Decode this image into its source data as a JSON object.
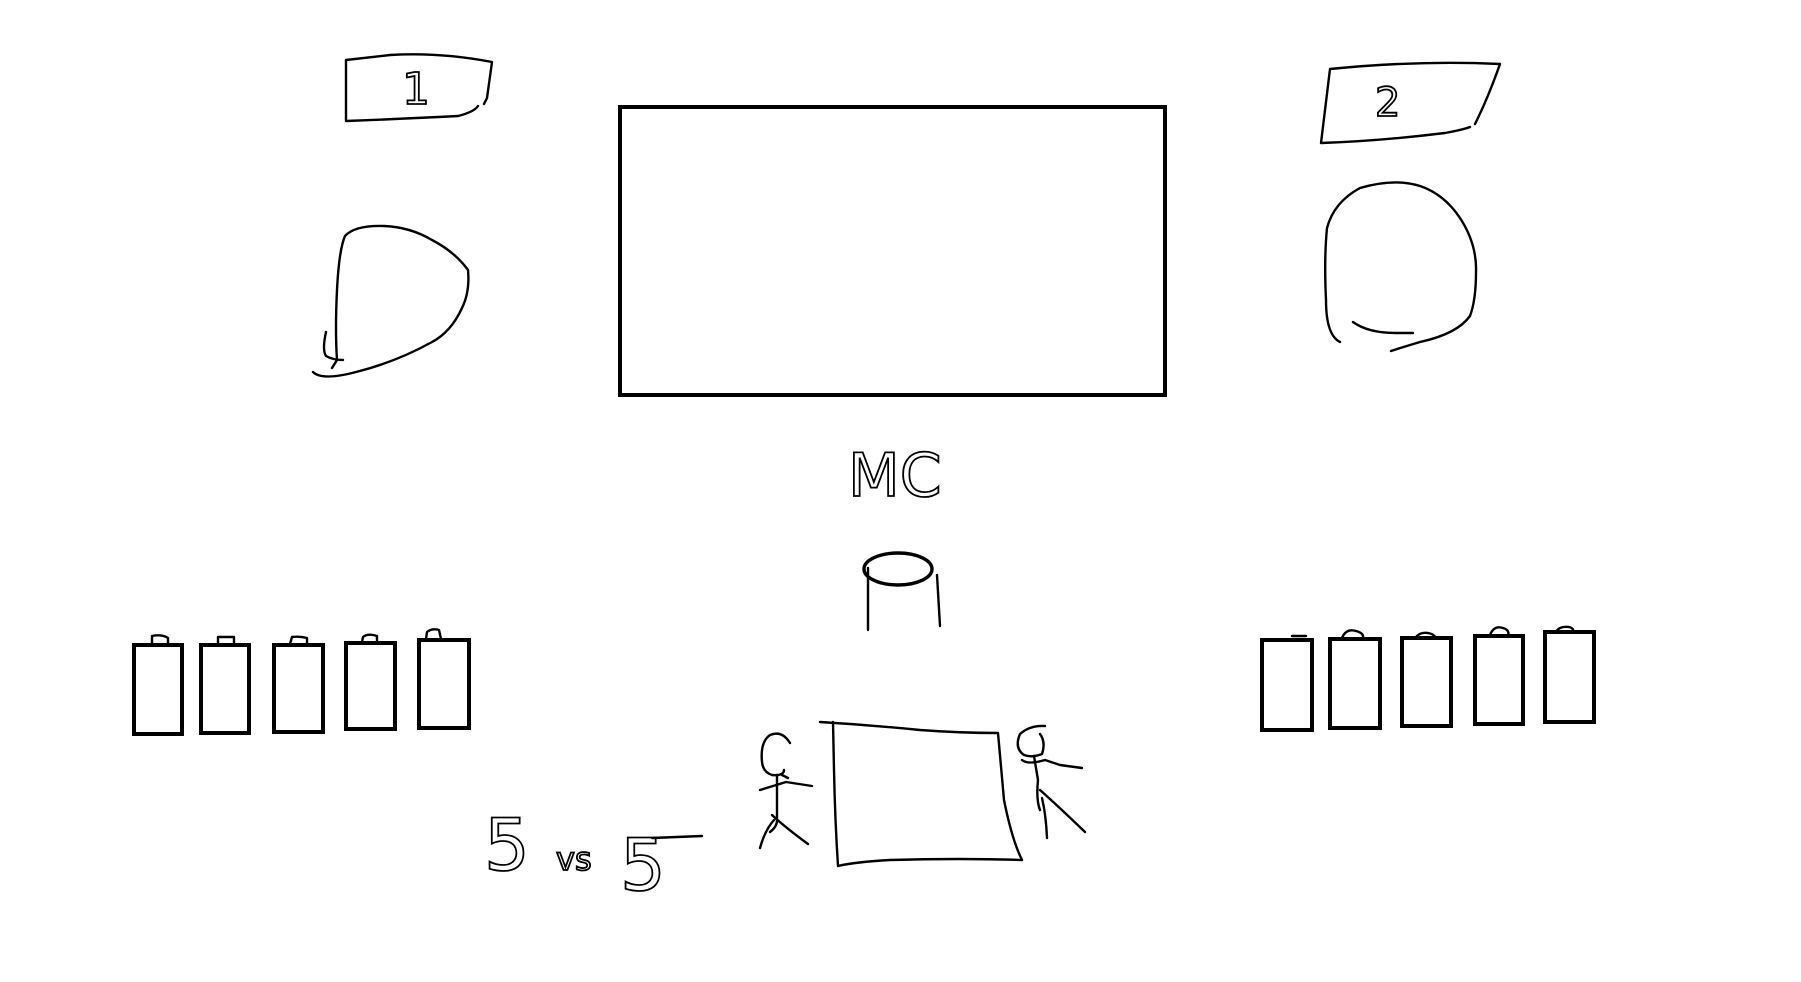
{
  "sketch": {
    "score_left": "5",
    "score_separator": "vs",
    "score_right": "5",
    "mc_label": "MC",
    "left_flag_mark": "1",
    "right_flag_mark": "2",
    "left_team_size": 5,
    "right_team_size": 5
  },
  "colors": {
    "ink": "#000000",
    "background": "#ffffff"
  }
}
